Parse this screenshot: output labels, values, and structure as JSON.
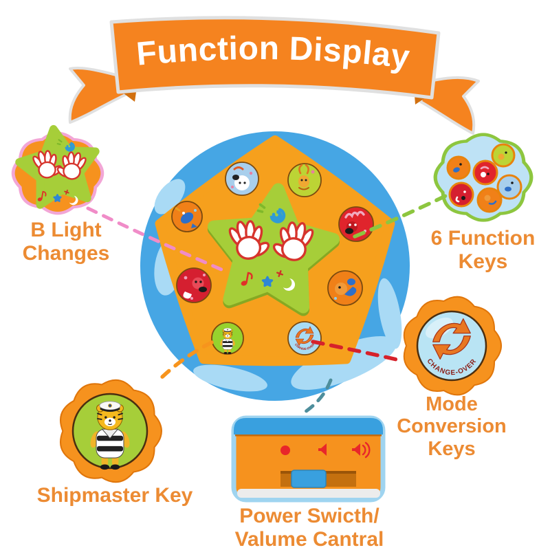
{
  "banner": {
    "title": "Function Display"
  },
  "callouts": {
    "light_changes": {
      "label_line1": "B Light",
      "label_line2": "Changes",
      "illustration": "green-star-button-with-hands"
    },
    "function_keys": {
      "label_line1": "6 Function",
      "label_line2": "Keys",
      "keys": [
        "orange-animal-key",
        "red-puppy-key",
        "green-bunny-key",
        "red-cat-key",
        "orange-duck-key",
        "blue-dog-key"
      ]
    },
    "mode_conversion": {
      "label_line1": "Mode",
      "label_line2": "Conversion",
      "label_line3": "Keys",
      "button_text": "CHANGE-OVER"
    },
    "shipmaster": {
      "label": "Shipmaster Key",
      "illustration": "tiger-sailor-button"
    },
    "power": {
      "label_line1": "Power Swicth/",
      "label_line2": "Valume Cantral",
      "panel_icons": [
        "power-dot",
        "volume-low-icon",
        "volume-high-icon",
        "slider-knob"
      ]
    }
  },
  "toy": {
    "center_button": "green-star-with-hands",
    "change_over_text": "CHANGE-OVER",
    "buttons": [
      "blue-dog",
      "green-deer",
      "orange-fish",
      "red-lion-dog",
      "red-cat",
      "orange-elephant",
      "tiger-sailor",
      "change-over"
    ]
  },
  "colors": {
    "banner_orange": "#F5831F",
    "label_orange": "#EC8B33",
    "toy_blue": "#46A6E4",
    "toy_blue_light": "#A9DAF5",
    "plate_orange": "#F6A01D",
    "star_green": "#A6CE39",
    "hand_outline_red": "#D6342C",
    "dash_pink": "#F08CC8",
    "dash_green": "#8DC63F",
    "dash_red": "#D6212B",
    "dash_orange": "#F7941D",
    "dash_teal": "#4E8E9C"
  }
}
